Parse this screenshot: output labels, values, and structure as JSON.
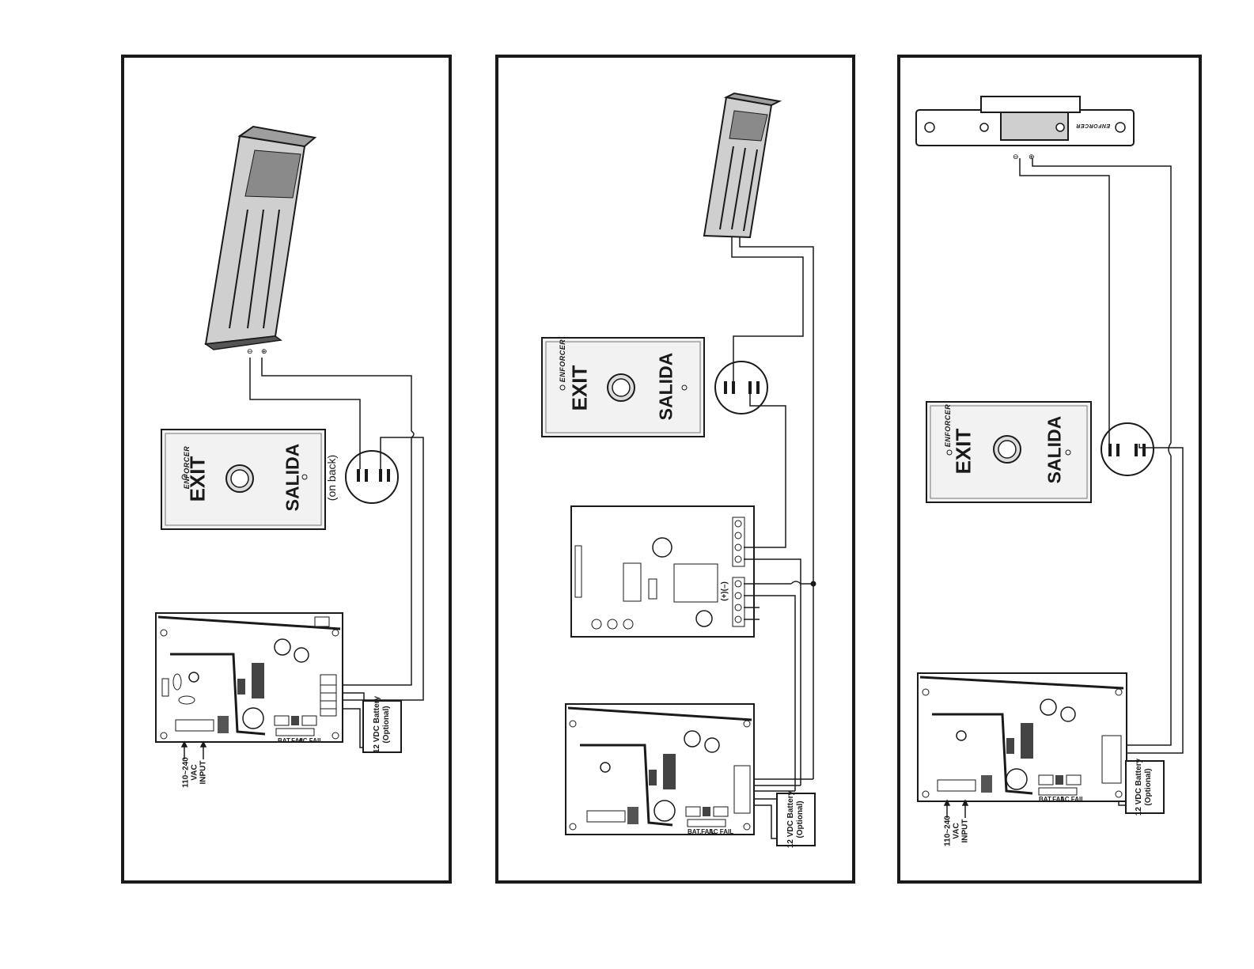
{
  "exit_plate": {
    "brand": "ENFORCER",
    "exit": "EXIT",
    "salida": "SALIDA"
  },
  "labels": {
    "on_back": "(on back)",
    "battery_line1": "12 VDC Battery",
    "battery_line2": "(Optional)",
    "input_line1": "110~240",
    "input_line2": "VAC",
    "input_line3": "INPUT",
    "bat_fail": "BAT.FAIL",
    "ac_fail": "AC FAIL",
    "relay_terminals": "(+)(–)",
    "lock_minus": "⊖",
    "lock_plus": "⊕",
    "strike_brand": "ENFORCER"
  },
  "colors": {
    "line": "#1a1a1a",
    "plate": "#f2f2f2",
    "device": "#bdbdbd"
  }
}
